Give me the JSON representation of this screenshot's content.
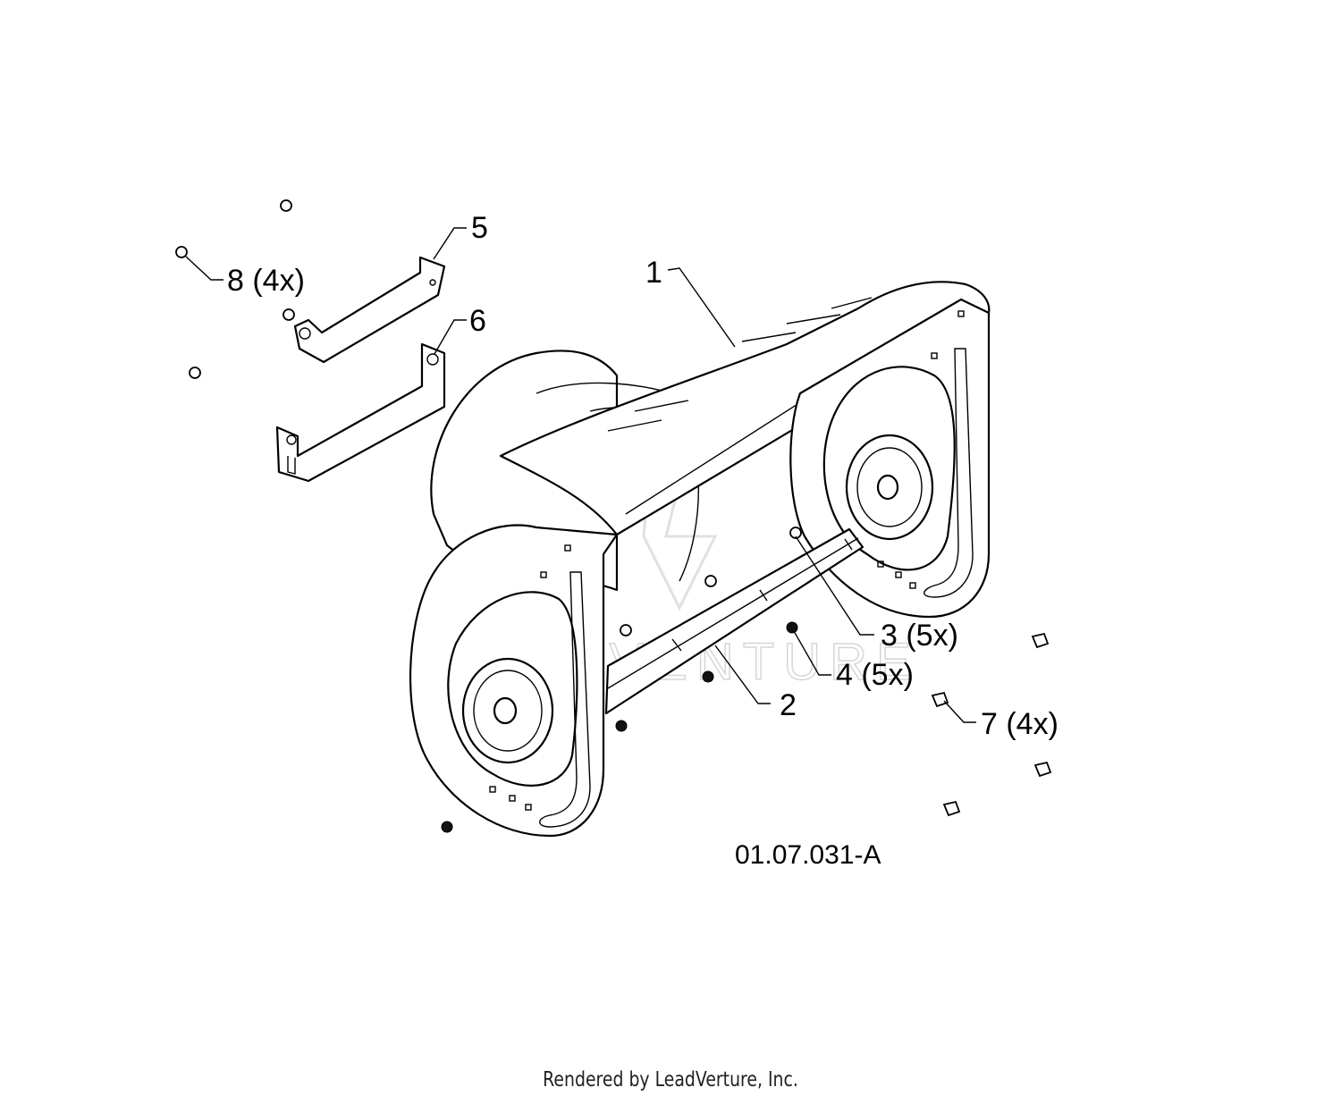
{
  "diagram": {
    "figure_code": "01.07.031-A",
    "watermark_text": "LEADVENTURE",
    "callouts": [
      {
        "id": "1",
        "label": "1"
      },
      {
        "id": "2",
        "label": "2"
      },
      {
        "id": "3",
        "label": "3 (5x)"
      },
      {
        "id": "4",
        "label": "4 (5x)"
      },
      {
        "id": "5",
        "label": "5"
      },
      {
        "id": "6",
        "label": "6"
      },
      {
        "id": "7",
        "label": "7 (4x)"
      },
      {
        "id": "8",
        "label": "8 (4x)"
      }
    ]
  },
  "footer": {
    "credit": "Rendered by LeadVerture, Inc."
  },
  "colors": {
    "line": "#000000",
    "background": "#ffffff",
    "watermark": "#d6d6d6"
  }
}
